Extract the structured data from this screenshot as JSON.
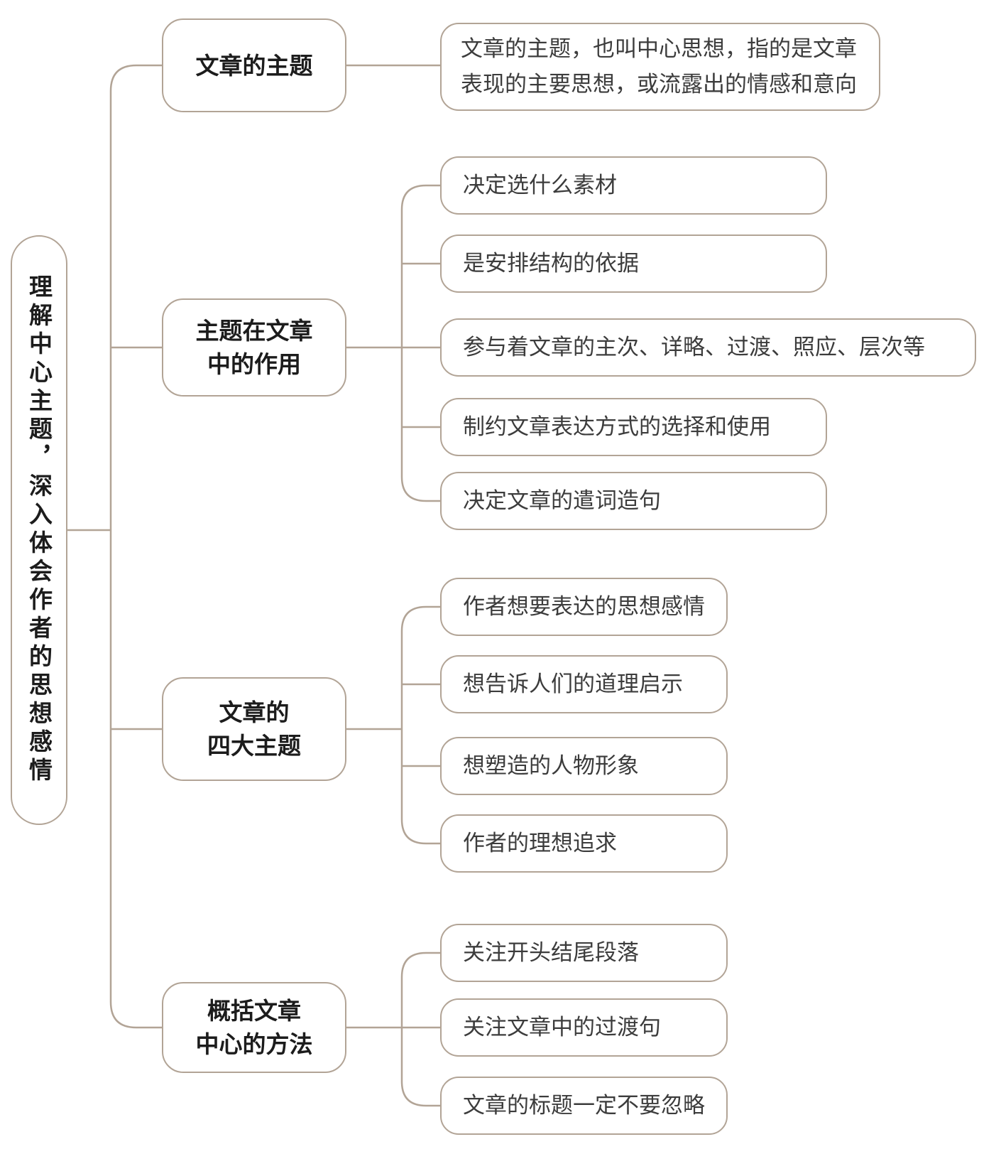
{
  "mindmap": {
    "root": {
      "label": "理解中心主题，深入体会作者的思想感情"
    },
    "branches": [
      {
        "label": "文章的主题",
        "label_lines": [
          "文章的主题"
        ],
        "children": [
          {
            "text": "文章的主题，也叫中心思想，指的是文章表现的主要思想，或流露出的情感和意向",
            "text_lines": [
              "文章的主题，也叫中心思想，指的是文章",
              "表现的主要思想，或流露出的情感和意向"
            ]
          }
        ]
      },
      {
        "label": "主题在文章中的作用",
        "label_lines": [
          "主题在文章",
          "中的作用"
        ],
        "children": [
          {
            "text": "决定选什么素材"
          },
          {
            "text": "是安排结构的依据"
          },
          {
            "text": "参与着文章的主次、详略、过渡、照应、层次等"
          },
          {
            "text": "制约文章表达方式的选择和使用"
          },
          {
            "text": "决定文章的遣词造句"
          }
        ]
      },
      {
        "label": "文章的四大主题",
        "label_lines": [
          "文章的",
          "四大主题"
        ],
        "children": [
          {
            "text": "作者想要表达的思想感情"
          },
          {
            "text": "想告诉人们的道理启示"
          },
          {
            "text": "想塑造的人物形象"
          },
          {
            "text": "作者的理想追求"
          }
        ]
      },
      {
        "label": "概括文章中心的方法",
        "label_lines": [
          "概括文章",
          "中心的方法"
        ],
        "children": [
          {
            "text": "关注开头结尾段落"
          },
          {
            "text": "关注文章中的过渡句"
          },
          {
            "text": "文章的标题一定不要忽略"
          }
        ]
      }
    ],
    "colors": {
      "line": "#b2a496",
      "node_border": "#b2a496",
      "text_primary": "#1c1c1c",
      "text_secondary": "#3c3c3c",
      "background": "#ffffff"
    }
  }
}
